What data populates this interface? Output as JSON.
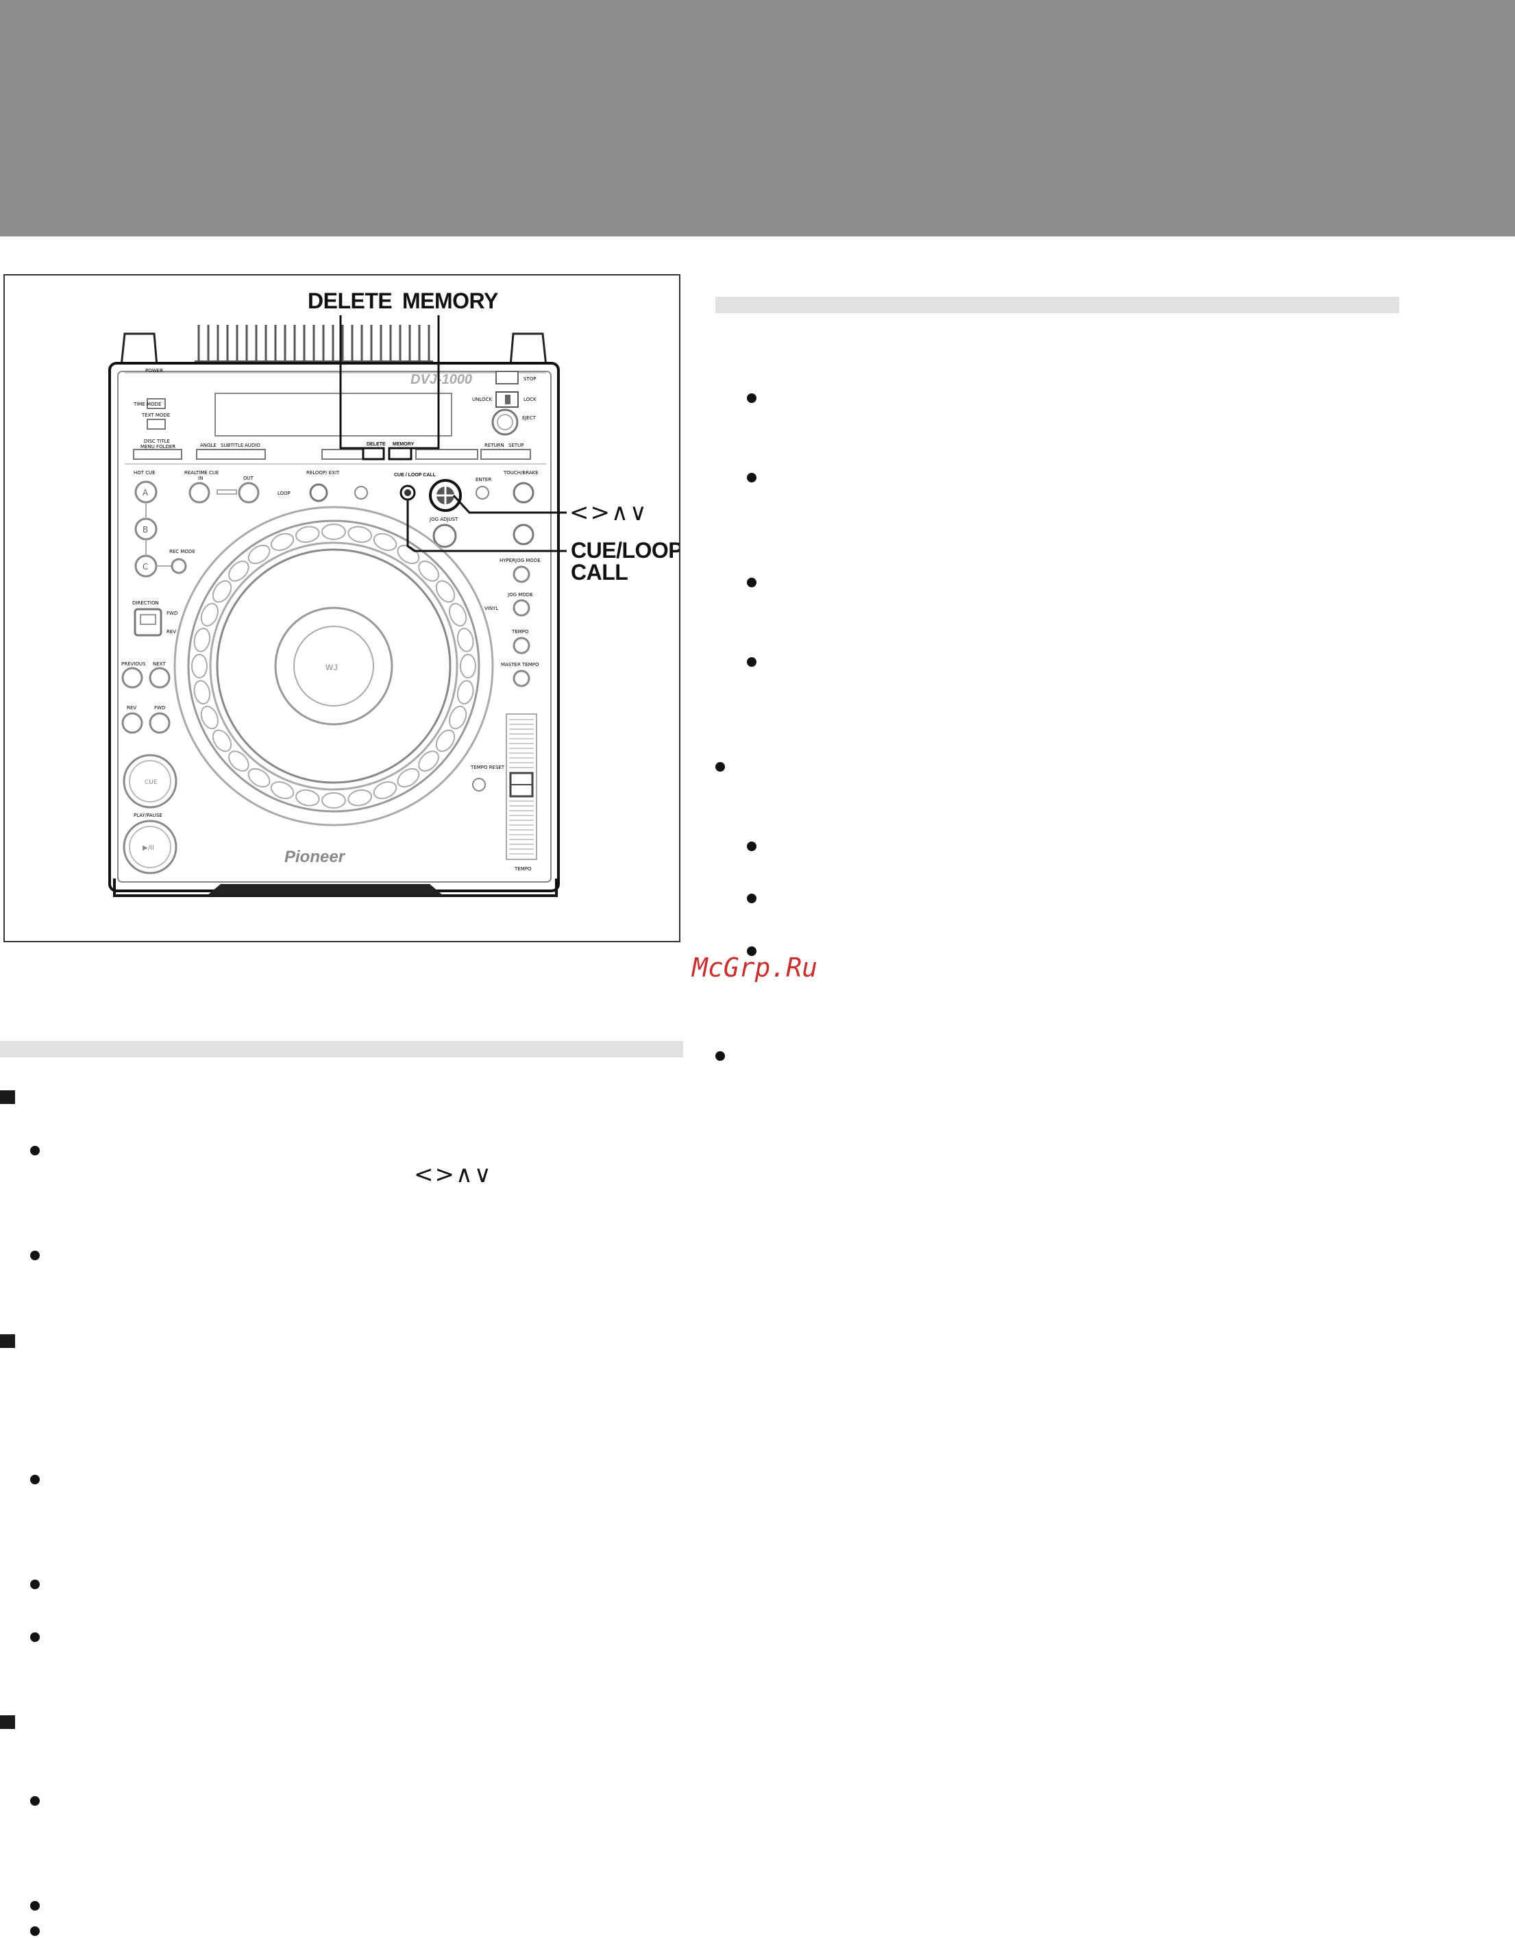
{
  "figure": {
    "callouts": {
      "delete": "DELETE",
      "memory": "MEMORY",
      "arrows": "<>∧∨",
      "cue_loop_call_line1": "CUE/LOOP",
      "cue_loop_call_line2": "CALL"
    },
    "device": {
      "model": "DVJ-1000",
      "brand": "Pioneer",
      "labels": {
        "power": "POWER",
        "hot_cue": "HOT CUE",
        "realtime_cue": "REALTIME CUE",
        "in": "IN",
        "out": "OUT",
        "reloop_exit": "RELOOP/ EXIT",
        "loop": "LOOP",
        "cue_loop_call": "CUE / LOOP CALL",
        "enter": "ENTER",
        "touch_brake": "TOUCH/BRAKE",
        "jog_adjust": "JOG ADJUST",
        "hyperjog_mode": "HYPERJOG MODE",
        "jog_mode": "JOG MODE",
        "vinyl": "VINYL",
        "tempo": "TEMPO",
        "master_tempo": "MASTER TEMPO",
        "direction": "DIRECTION",
        "fwd": "FWD",
        "rev": "REV",
        "previous": "PREVIOUS",
        "next": "NEXT",
        "search_rev": "REV",
        "search_fwd": "FWD",
        "cue": "CUE",
        "play_pause": "PLAY/PAUSE",
        "play_pause_glyph": "▶/II",
        "rec_mode": "REC MODE",
        "delete": "DELETE",
        "memory": "MEMORY",
        "eject": "EJECT",
        "stop": "STOP",
        "lock": "LOCK",
        "unlock": "UNLOCK",
        "time_mode": "TIME MODE",
        "text_mode": "TEXT MODE",
        "disc_title": "DISC TITLE",
        "menu_folder": "MENU FOLDER",
        "angle": "ANGLE",
        "subtitle": "SUBTITLE",
        "audio": "AUDIO",
        "return": "RETURN",
        "setup": "SETUP",
        "tempo_reset": "TEMPO RESET",
        "hot_a": "A",
        "hot_b": "B",
        "hot_c": "C",
        "jog_center": "WJ"
      }
    }
  },
  "watermark": "McGrp.Ru",
  "colors": {
    "header_band": "#8e8c8d",
    "section_bar": "#e2e2e2",
    "watermark": "#c83030"
  }
}
